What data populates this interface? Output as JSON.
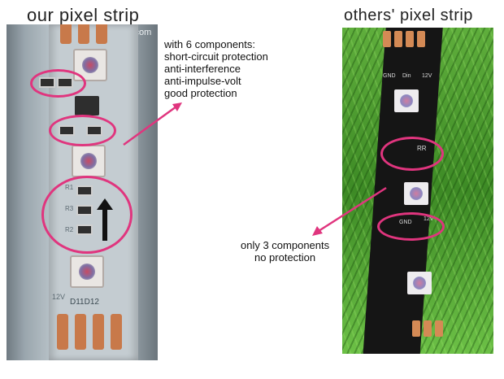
{
  "titles": {
    "left": "our pixel strip",
    "right": "others' pixel strip"
  },
  "watermark": "vgr8.com",
  "left_photo": {
    "labels": [
      "R1",
      "R3",
      "R2",
      "12V",
      "D11D12"
    ]
  },
  "right_photo": {
    "labels": [
      "GND",
      "Din",
      "12V",
      "RR",
      "GND",
      "12V"
    ]
  },
  "annotations": {
    "ours": [
      "with 6  components:",
      "short-circuit protection",
      "anti-interference",
      "anti-impulse-volt",
      "good protection"
    ],
    "others": [
      "only  3  components",
      "no protection"
    ]
  },
  "colors": {
    "highlight": "#e0357e",
    "copper": "#c8794a",
    "strip_silver": "#c4ccd1",
    "strip_black": "#151515"
  }
}
